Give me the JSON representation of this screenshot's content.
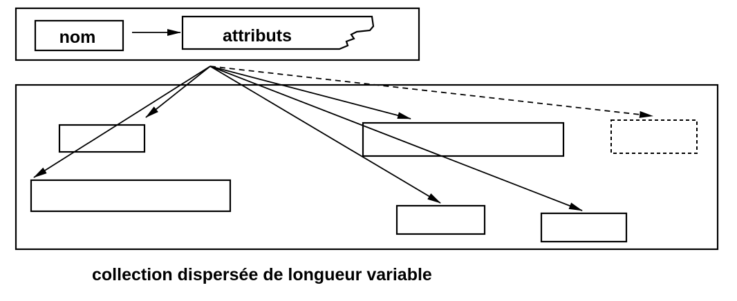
{
  "header": {
    "name_label": "nom",
    "attributes_label": "attributs"
  },
  "caption": "collection dispersée de longueur variable"
}
